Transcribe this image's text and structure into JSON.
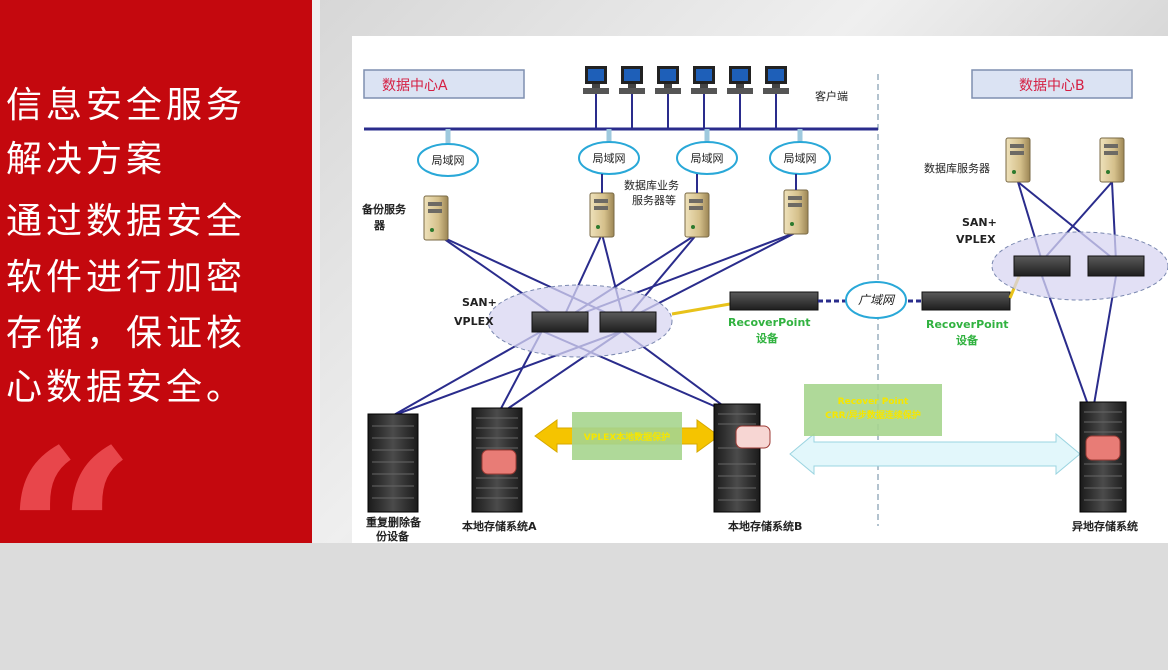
{
  "left": {
    "lines": [
      "信息安全服务",
      "解决方案",
      "通过数据安全",
      "软件进行加密",
      "存储，保证核",
      "心数据安全。"
    ],
    "quote_glyph": "“"
  },
  "diagram": {
    "center_a_label": "数据中心A",
    "center_b_label": "数据中心B",
    "client_label": "客户端",
    "lan_label": "局域网",
    "wan_label": "广域网",
    "backup_server_label_1": "备份服务",
    "backup_server_label_2": "器",
    "db_app_label_1": "数据库业务",
    "db_app_label_2": "服务器等",
    "db_server_b_label": "数据库服务器",
    "san_vplex_1": "SAN+",
    "san_vplex_2": "VPLEX",
    "recoverpoint_1": "RecoverPoint",
    "recoverpoint_2": "设备",
    "vplex_protect_label": "VPLEX本地数据保护",
    "rp_remote_1": "Recover Point",
    "rp_remote_2": "CRR/异步数据连续保护",
    "dedup_label_1": "重复删除备",
    "dedup_label_2": "份设备",
    "local_storage_a": "本地存储系统A",
    "local_storage_b": "本地存储系统B",
    "remote_storage": "异地存储系统"
  },
  "colors": {
    "red_panel": "#c4080e",
    "center_box_fill": "#dbe3f3",
    "center_box_text": "#d51f43",
    "network_line": "#2a2c8c",
    "green_text": "#31b240",
    "yellow_text": "#f6e600",
    "protect_box": "#a6d58e"
  },
  "icons": [
    "desktop-computer-icon",
    "tower-server-icon",
    "cloud-icon",
    "rack-switch-icon",
    "storage-cabinet-icon",
    "double-arrow-icon"
  ]
}
